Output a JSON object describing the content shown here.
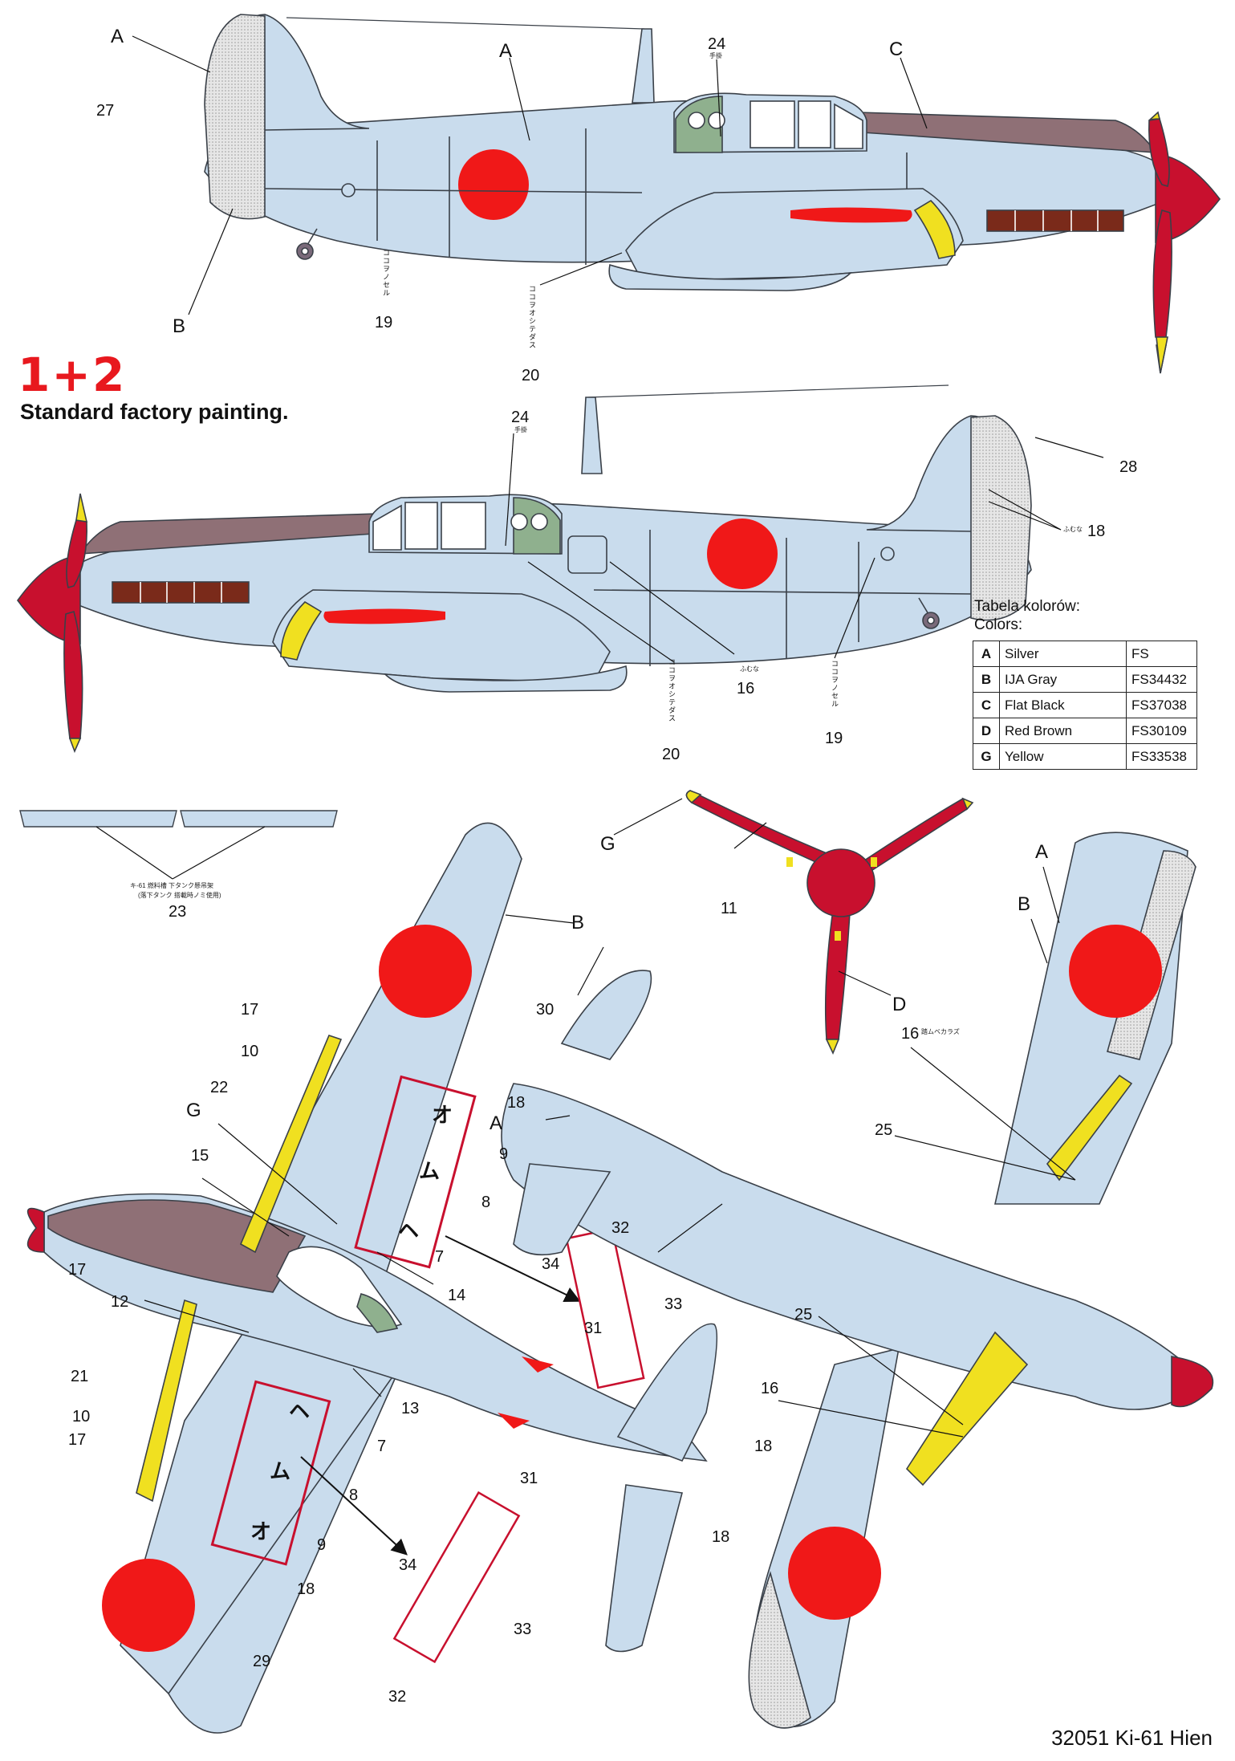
{
  "header": {
    "title": "1+2",
    "subtitle": "Standard factory painting.",
    "footer": "32051 Ki-61 Hien"
  },
  "colors_table": {
    "heading_pl": "Tabela kolorów:",
    "heading_en": "Colors:",
    "rows": [
      {
        "code": "A",
        "name": "Silver",
        "fs": "FS"
      },
      {
        "code": "B",
        "name": "IJA Gray",
        "fs": "FS34432"
      },
      {
        "code": "C",
        "name": "Flat Black",
        "fs": "FS37038"
      },
      {
        "code": "D",
        "name": "Red Brown",
        "fs": "FS30109"
      },
      {
        "code": "G",
        "name": "Yellow",
        "fs": "FS33538"
      }
    ]
  },
  "palette": {
    "airframe": "#c9dced",
    "panel_line": "#3a4048",
    "hinomaru": "#f01818",
    "antiglare": "#8f7076",
    "canopy_green": "#8fb08e",
    "spinner": "#c8102e",
    "yellow": "#f0e020",
    "exhaust": "#7a2a1a",
    "rudder_gray": "#dcdcdc"
  },
  "side_top": {
    "callouts": {
      "A1": "A",
      "A2": "A",
      "B": "B",
      "C": "C",
      "n24": "24",
      "n27": "27",
      "n19": "19",
      "n20": "20"
    },
    "stencil_19": "ココヲノセル",
    "stencil_20": "ココヲオシテダス",
    "stencil_24": "手掛"
  },
  "side_bottom": {
    "callouts": {
      "n24": "24",
      "n28": "28",
      "n18": "18",
      "n16": "16",
      "n20": "20",
      "n19": "19"
    },
    "stencil_19": "ココヲノセル",
    "stencil_20": "ココヲオシテダス",
    "stencil_24": "手掛",
    "stencil_18": "ふむな",
    "stencil_16": "ふむな"
  },
  "drop_tank_rack": {
    "number": "23",
    "stencil": "キ-61 燃料槽 下タンク懸吊架",
    "stencil2": "(落下タンク 搭載時ノミ使用)"
  },
  "propeller_front": {
    "callouts": {
      "G": "G",
      "n11": "11",
      "D": "D"
    }
  },
  "top_view": {
    "callouts": {
      "B": "B",
      "A": "A",
      "G": "G",
      "n17a": "17",
      "n10a": "10",
      "n22": "22",
      "n15": "15",
      "n18a": "18",
      "n9a": "9",
      "n8a": "8",
      "n7a": "7",
      "n14": "14",
      "n30": "30",
      "n17b": "17",
      "n12": "12",
      "n21": "21",
      "n10b": "10",
      "n17c": "17",
      "n13": "13",
      "n7b": "7",
      "n8b": "8",
      "n9b": "9",
      "n18b": "18",
      "n18c": "18",
      "n18d": "18",
      "n29": "29"
    },
    "kana_upper": [
      "オ",
      "ム",
      "ヘ"
    ],
    "kana_lower": [
      "ヘ",
      "ム",
      "オ"
    ]
  },
  "decal_strips": {
    "upper": {
      "n32": "32",
      "n34": "34",
      "n33": "33",
      "n31": "31"
    },
    "lower": {
      "n31": "31",
      "n34": "34",
      "n33": "33",
      "n32": "32"
    }
  },
  "bottom_view": {
    "callouts": {
      "A1": "A",
      "B": "B",
      "n16a": "16",
      "n25a": "25",
      "n25b": "25",
      "n16b": "16"
    },
    "stencil_16": "踏ムベカラズ"
  }
}
